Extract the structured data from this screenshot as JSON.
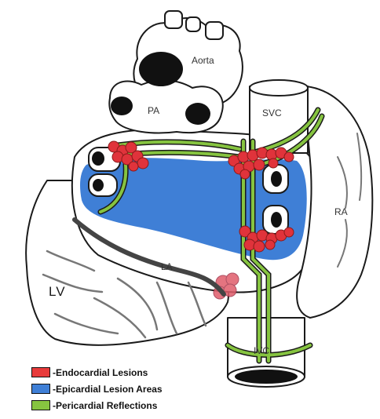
{
  "labels": {
    "aorta": "Aorta",
    "pa": "PA",
    "svc": "SVC",
    "ra": "RA",
    "la": "LA",
    "lv": "LV",
    "ivc": "IVC"
  },
  "legend": [
    {
      "label": "-Endocardial Lesions",
      "color": "#e83b3b"
    },
    {
      "label": "-Epicardial Lesion Areas",
      "color": "#3f7fd6"
    },
    {
      "label": "-Pericardial Reflections",
      "color": "#86c440"
    }
  ],
  "colors": {
    "endocardial": "#e0333b",
    "epicardial": "#3f7fd6",
    "pericardial": "#86c440",
    "outline": "#1a1a1a"
  }
}
